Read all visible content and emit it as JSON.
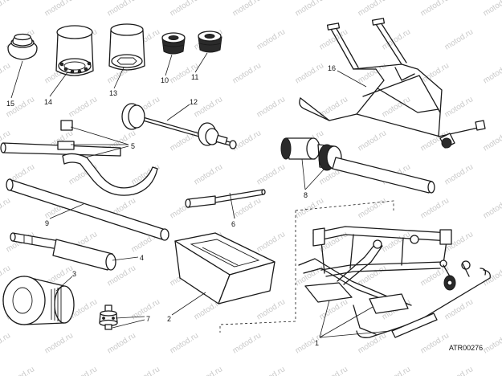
{
  "diagram": {
    "code": "ATR00276",
    "watermark": "motod.ru",
    "callouts": [
      {
        "id": "1",
        "label": "1"
      },
      {
        "id": "2",
        "label": "2"
      },
      {
        "id": "3",
        "label": "3"
      },
      {
        "id": "4",
        "label": "4"
      },
      {
        "id": "5",
        "label": "5"
      },
      {
        "id": "6",
        "label": "6"
      },
      {
        "id": "7",
        "label": "7"
      },
      {
        "id": "8",
        "label": "8"
      },
      {
        "id": "9",
        "label": "9"
      },
      {
        "id": "10",
        "label": "10"
      },
      {
        "id": "11",
        "label": "11"
      },
      {
        "id": "12",
        "label": "12"
      },
      {
        "id": "13",
        "label": "13"
      },
      {
        "id": "14",
        "label": "14"
      },
      {
        "id": "15",
        "label": "15"
      },
      {
        "id": "16",
        "label": "16"
      }
    ]
  }
}
